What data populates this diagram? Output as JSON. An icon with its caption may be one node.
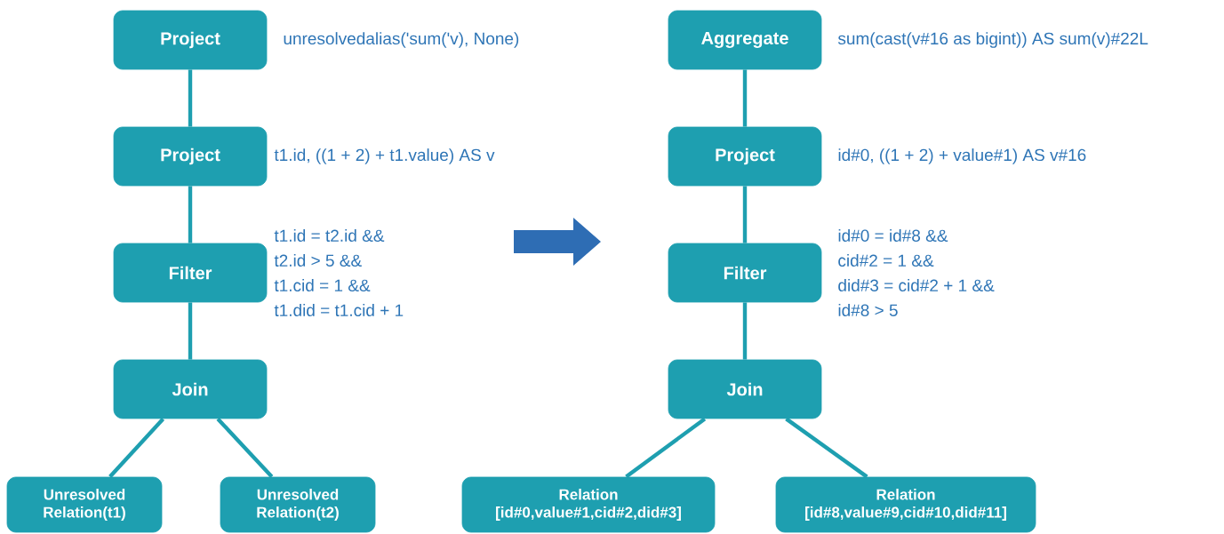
{
  "diagram": {
    "nodes": [
      {
        "text": [
          "Project"
        ],
        "beside": [
          "unresolvedalias('sum('v), None)"
        ]
      },
      {
        "text": [
          "Project"
        ],
        "beside": [
          "t1.id, ((1 + 2) + t1.value) AS v"
        ]
      },
      {
        "text": [
          "Filter"
        ],
        "beside": [
          "t1.id = t2.id &&",
          "t2.id > 5 &&",
          "t1.cid = 1 &&",
          "t1.did = t1.cid + 1"
        ]
      },
      {
        "text": [
          "Join"
        ]
      },
      {
        "text": [
          "Unresolved Relation(t1)"
        ]
      },
      {
        "text": [
          "Unresolved Relation(t2)"
        ]
      },
      {
        "text": [
          "Aggregate"
        ],
        "beside": [
          "sum(cast(v#16 as bigint)) AS sum(v)#22L"
        ]
      },
      {
        "text": [
          "Project"
        ],
        "beside": [
          "id#0, ((1 + 2) + value#1) AS v#16"
        ]
      },
      {
        "text": [
          "Filter"
        ],
        "beside": [
          "id#0 = id#8 &&",
          "cid#2 = 1 &&",
          "did#3 = cid#2 + 1 &&",
          "id#8 > 5"
        ]
      },
      {
        "text": [
          "Join"
        ]
      },
      {
        "text": [
          "Relation [id#0,value#1,cid#2,did#3]"
        ]
      },
      {
        "text": [
          "Relation [id#8,value#9,cid#10,did#11]"
        ]
      }
    ],
    "edges": [
      {
        "from": 0,
        "to": 1,
        "arrow": "none"
      },
      {
        "from": 1,
        "to": 2,
        "arrow": "none"
      },
      {
        "from": 2,
        "to": 3,
        "arrow": "none"
      },
      {
        "from": 3,
        "to": 4,
        "arrow": "none"
      },
      {
        "from": 3,
        "to": 5,
        "arrow": "none"
      },
      {
        "from": 6,
        "to": 7,
        "arrow": "none"
      },
      {
        "from": 7,
        "to": 8,
        "arrow": "none"
      },
      {
        "from": 8,
        "to": 9,
        "arrow": "none"
      },
      {
        "from": 9,
        "to": 10,
        "arrow": "none"
      },
      {
        "from": 9,
        "to": 11,
        "arrow": "none"
      }
    ]
  }
}
